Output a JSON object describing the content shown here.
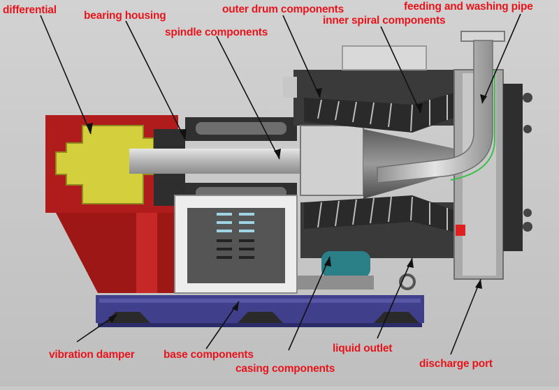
{
  "labels": {
    "differential": "differential",
    "bearing_housing": "bearing housing",
    "spindle_components": "spindle components",
    "outer_drum_components": "outer drum components",
    "inner_spiral_components": "inner spiral components",
    "feeding_and_washing_pipe": "feeding and washing pipe",
    "vibration_damper": "vibration damper",
    "base_components": "base components",
    "casing_components": "casing components",
    "liquid_outlet": "liquid outlet",
    "discharge_port": "discharge port"
  },
  "colors": {
    "label": "#e8141b",
    "background": "#c9c9c9",
    "frame_red": "#b01c1c",
    "gearbox_yellow": "#d4cf3c",
    "base_blue": "#3f3f8c",
    "casing_dark": "#3a3a3a",
    "metal": "#bdbdbd",
    "green_line": "#3cbf4a",
    "teal": "#2b7f86"
  }
}
